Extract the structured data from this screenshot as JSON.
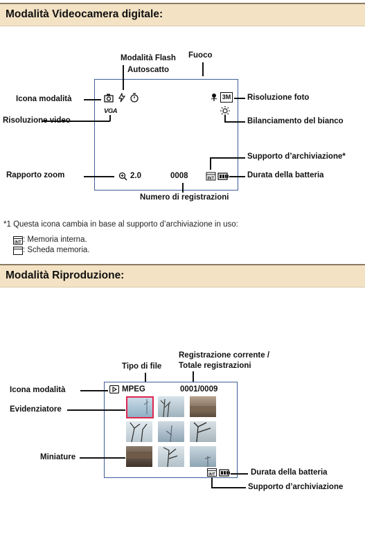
{
  "section1": {
    "title": "Modalità Videocamera digitale",
    "labels": {
      "flash": "Modalità Flash",
      "self_timer": "Autoscatto",
      "focus": "Fuoco",
      "mode_icon": "Icona modalità",
      "photo_res": "Risoluzione foto",
      "video_res": "Risoluzione video",
      "white_balance": "Bilanciamento del bianco",
      "storage": "Supporto d’archiviazione*",
      "zoom": "Rapporto zoom",
      "battery": "Durata della batteria",
      "count": "Numero di registrazioni"
    },
    "screen": {
      "zoom_value": "2.0",
      "count_value": "0008",
      "vga": "VGA",
      "res_badge": "3M"
    },
    "footnote": "*1 Questa icona cambia in base al supporto d’archiviazione in uso:",
    "legend": [
      {
        "icon": "internal-memory-icon",
        "text": ": Memoria interna."
      },
      {
        "icon": "memory-card-icon",
        "text": ": Scheda memoria."
      }
    ]
  },
  "section2": {
    "title": "Modalità Riproduzione",
    "labels": {
      "current_total_1": "Registrazione corrente /",
      "current_total_2": "Totale registrazioni",
      "file_type": "Tipo di file",
      "mode_icon": "Icona modalità",
      "highlighter": "Evidenziatore",
      "thumbnails": "Miniature",
      "battery": "Durata della batteria",
      "storage": "Supporto d’archiviazione"
    },
    "screen": {
      "file_type_value": "MPEG",
      "counter_value": "0001/0009"
    }
  },
  "colors": {
    "band": "#f3e2c4",
    "screen_border": "#3d5d94",
    "highlight": "#e0254f"
  }
}
